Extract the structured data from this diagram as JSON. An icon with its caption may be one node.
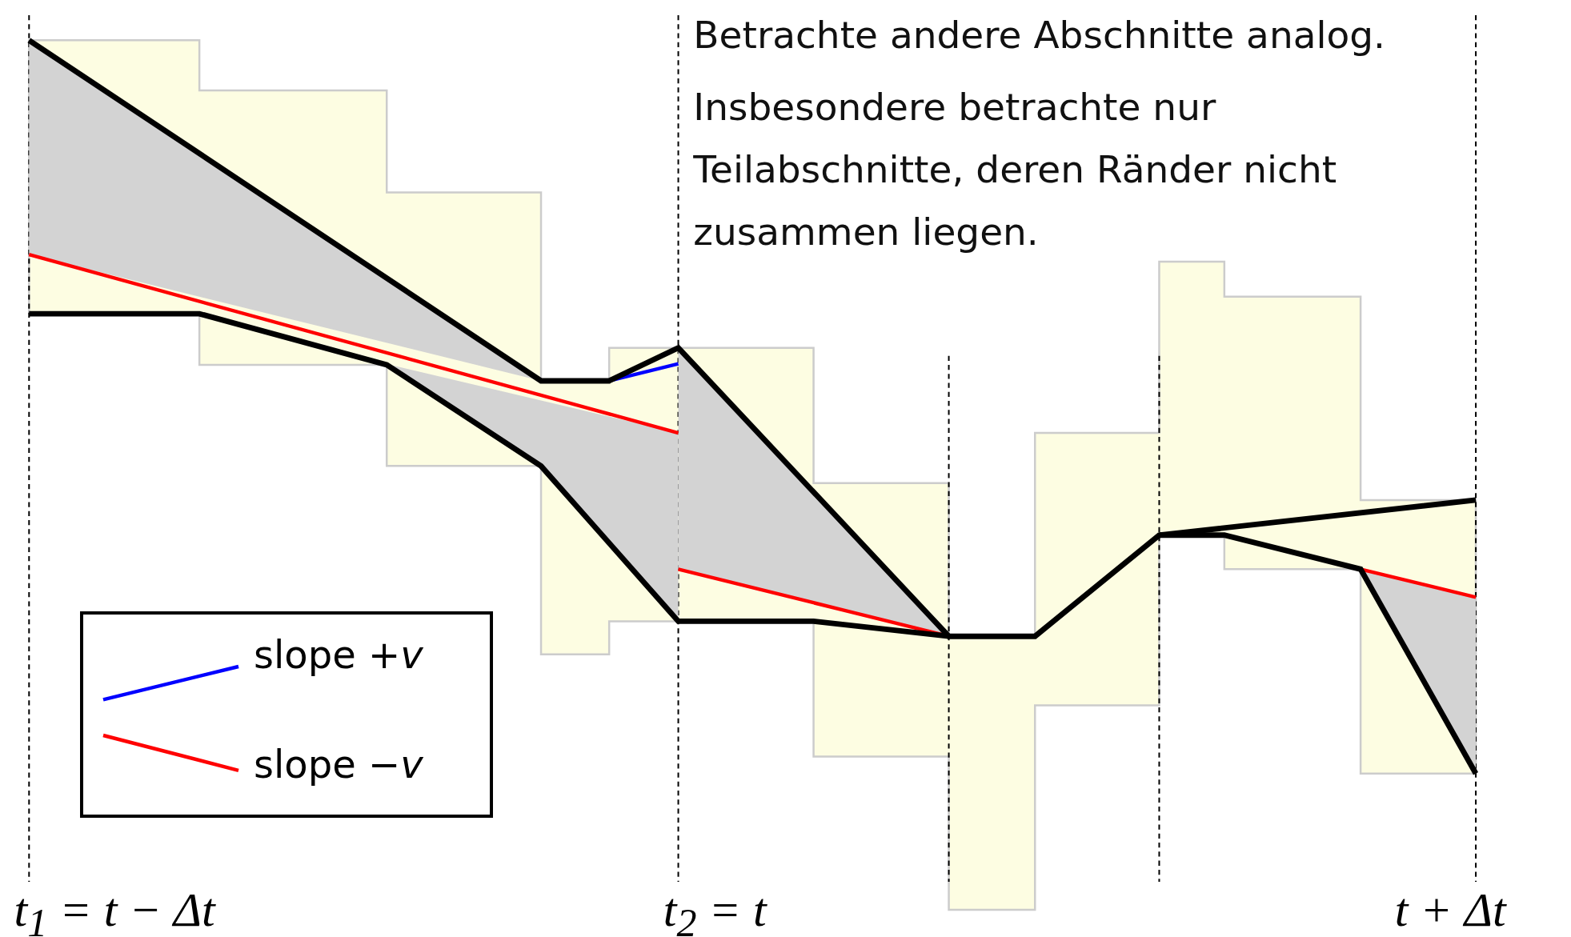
{
  "diagram": {
    "labels": [
      "Betrachte andere Abschnitte analog.",
      "Insbesondere betrachte nur Teilabschnitte, deren Ränder nicht zusammen liegen.",
      "t$_{1}$ = t − Δt",
      "t$_{2}$ = t",
      "t + Δt"
    ],
    "legend": [
      {
        "text": "slope +*v*"
      },
      {
        "text": "slope −*v*"
      }
    ]
  }
}
